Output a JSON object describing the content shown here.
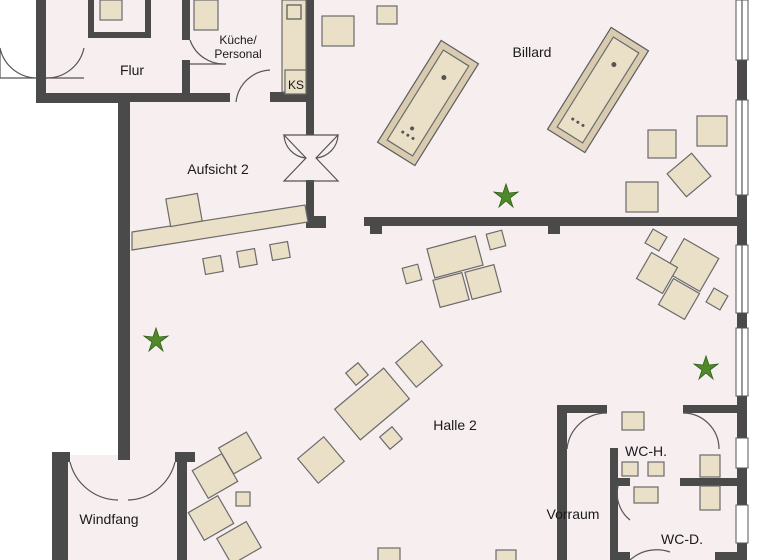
{
  "rooms": {
    "flur": "Flur",
    "kueche_line1": "Küche/",
    "kueche_line2": "Personal",
    "ks": "KS",
    "billard": "Billard",
    "aufsicht": "Aufsicht 2",
    "halle": "Halle 2",
    "wc_h": "WC-H.",
    "wc_d": "WC-D.",
    "vorraum": "Vorraum",
    "windfang": "Windfang"
  },
  "colors": {
    "wall": "#4a4a4a",
    "floor": "#f7eef0",
    "furniture": "#eadfc7",
    "plant": "#4f8a2a"
  }
}
